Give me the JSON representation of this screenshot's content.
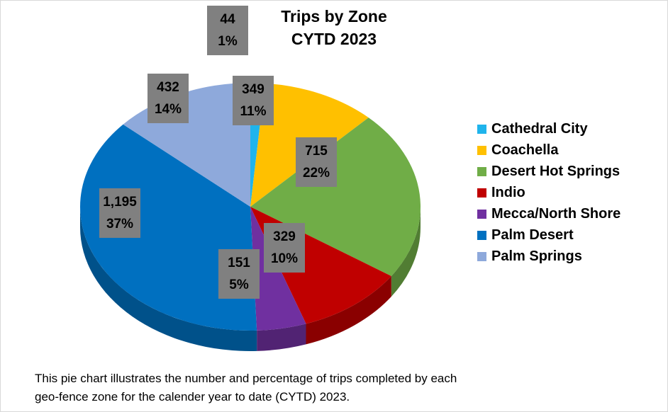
{
  "chart_data": {
    "type": "pie",
    "title": "Trips by Zone",
    "subtitle": "CYTD 2023",
    "slices": [
      {
        "label": "Cathedral City",
        "value": 44,
        "value_label": "44",
        "percent_label": "1%",
        "color": "#1fb4ec"
      },
      {
        "label": "Coachella",
        "value": 349,
        "value_label": "349",
        "percent_label": "11%",
        "color": "#ffc000"
      },
      {
        "label": "Desert Hot Springs",
        "value": 715,
        "value_label": "715",
        "percent_label": "22%",
        "color": "#70ad47"
      },
      {
        "label": "Indio",
        "value": 329,
        "value_label": "329",
        "percent_label": "10%",
        "color": "#c00000"
      },
      {
        "label": "Mecca/North Shore",
        "value": 151,
        "value_label": "151",
        "percent_label": "5%",
        "color": "#7030a0"
      },
      {
        "label": "Palm Desert",
        "value": 1195,
        "value_label": "1,195",
        "percent_label": "37%",
        "color": "#0070c0"
      },
      {
        "label": "Palm Springs",
        "value": 432,
        "value_label": "432",
        "percent_label": "14%",
        "color": "#8ea9db"
      }
    ],
    "legend_position": "right"
  },
  "caption": {
    "line1": "This pie chart illustrates the number and percentage of trips completed by each",
    "line2": "geo-fence zone for the calender year to date (CYTD) 2023."
  }
}
